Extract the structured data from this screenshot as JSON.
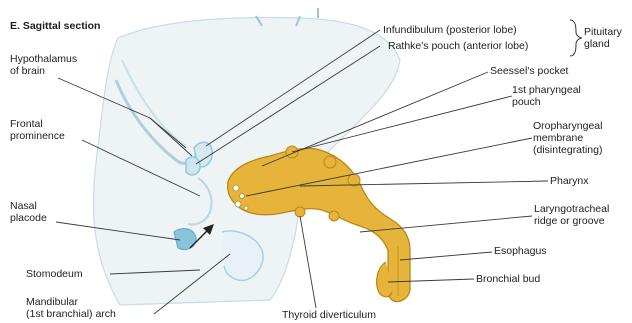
{
  "title": "E. Sagittal section",
  "labels": {
    "infundibulum": "Infundibulum (posterior lobe)",
    "rathke": "Rathke's pouch (anterior lobe)",
    "pituitary": "Pituitary\ngland",
    "hypothalamus": "Hypothalamus\nof brain",
    "seessel": "Seessel's pocket",
    "pharyngeal_pouch": "1st pharyngeal\npouch",
    "frontal": "Frontal\nprominence",
    "oropharyngeal": "Oropharyngeal\nmembrane\n(disintegrating)",
    "pharynx": "Pharynx",
    "nasal": "Nasal\nplacode",
    "laryngotracheal": "Laryngotracheal\nridge or groove",
    "esophagus": "Esophagus",
    "stomodeum": "Stomodeum",
    "bronchial": "Bronchial bud",
    "mandibular": "Mandibular\n(1st branchial) arch",
    "thyroid": "Thyroid diverticulum"
  },
  "colors": {
    "embryo_fill": "#eef3f6",
    "embryo_edge": "#9fc6d8",
    "cyan_detail": "#8ec9e0",
    "gut_fill": "#e6b43a",
    "gut_dark": "#b98717",
    "leader": "#3a3a3a"
  }
}
